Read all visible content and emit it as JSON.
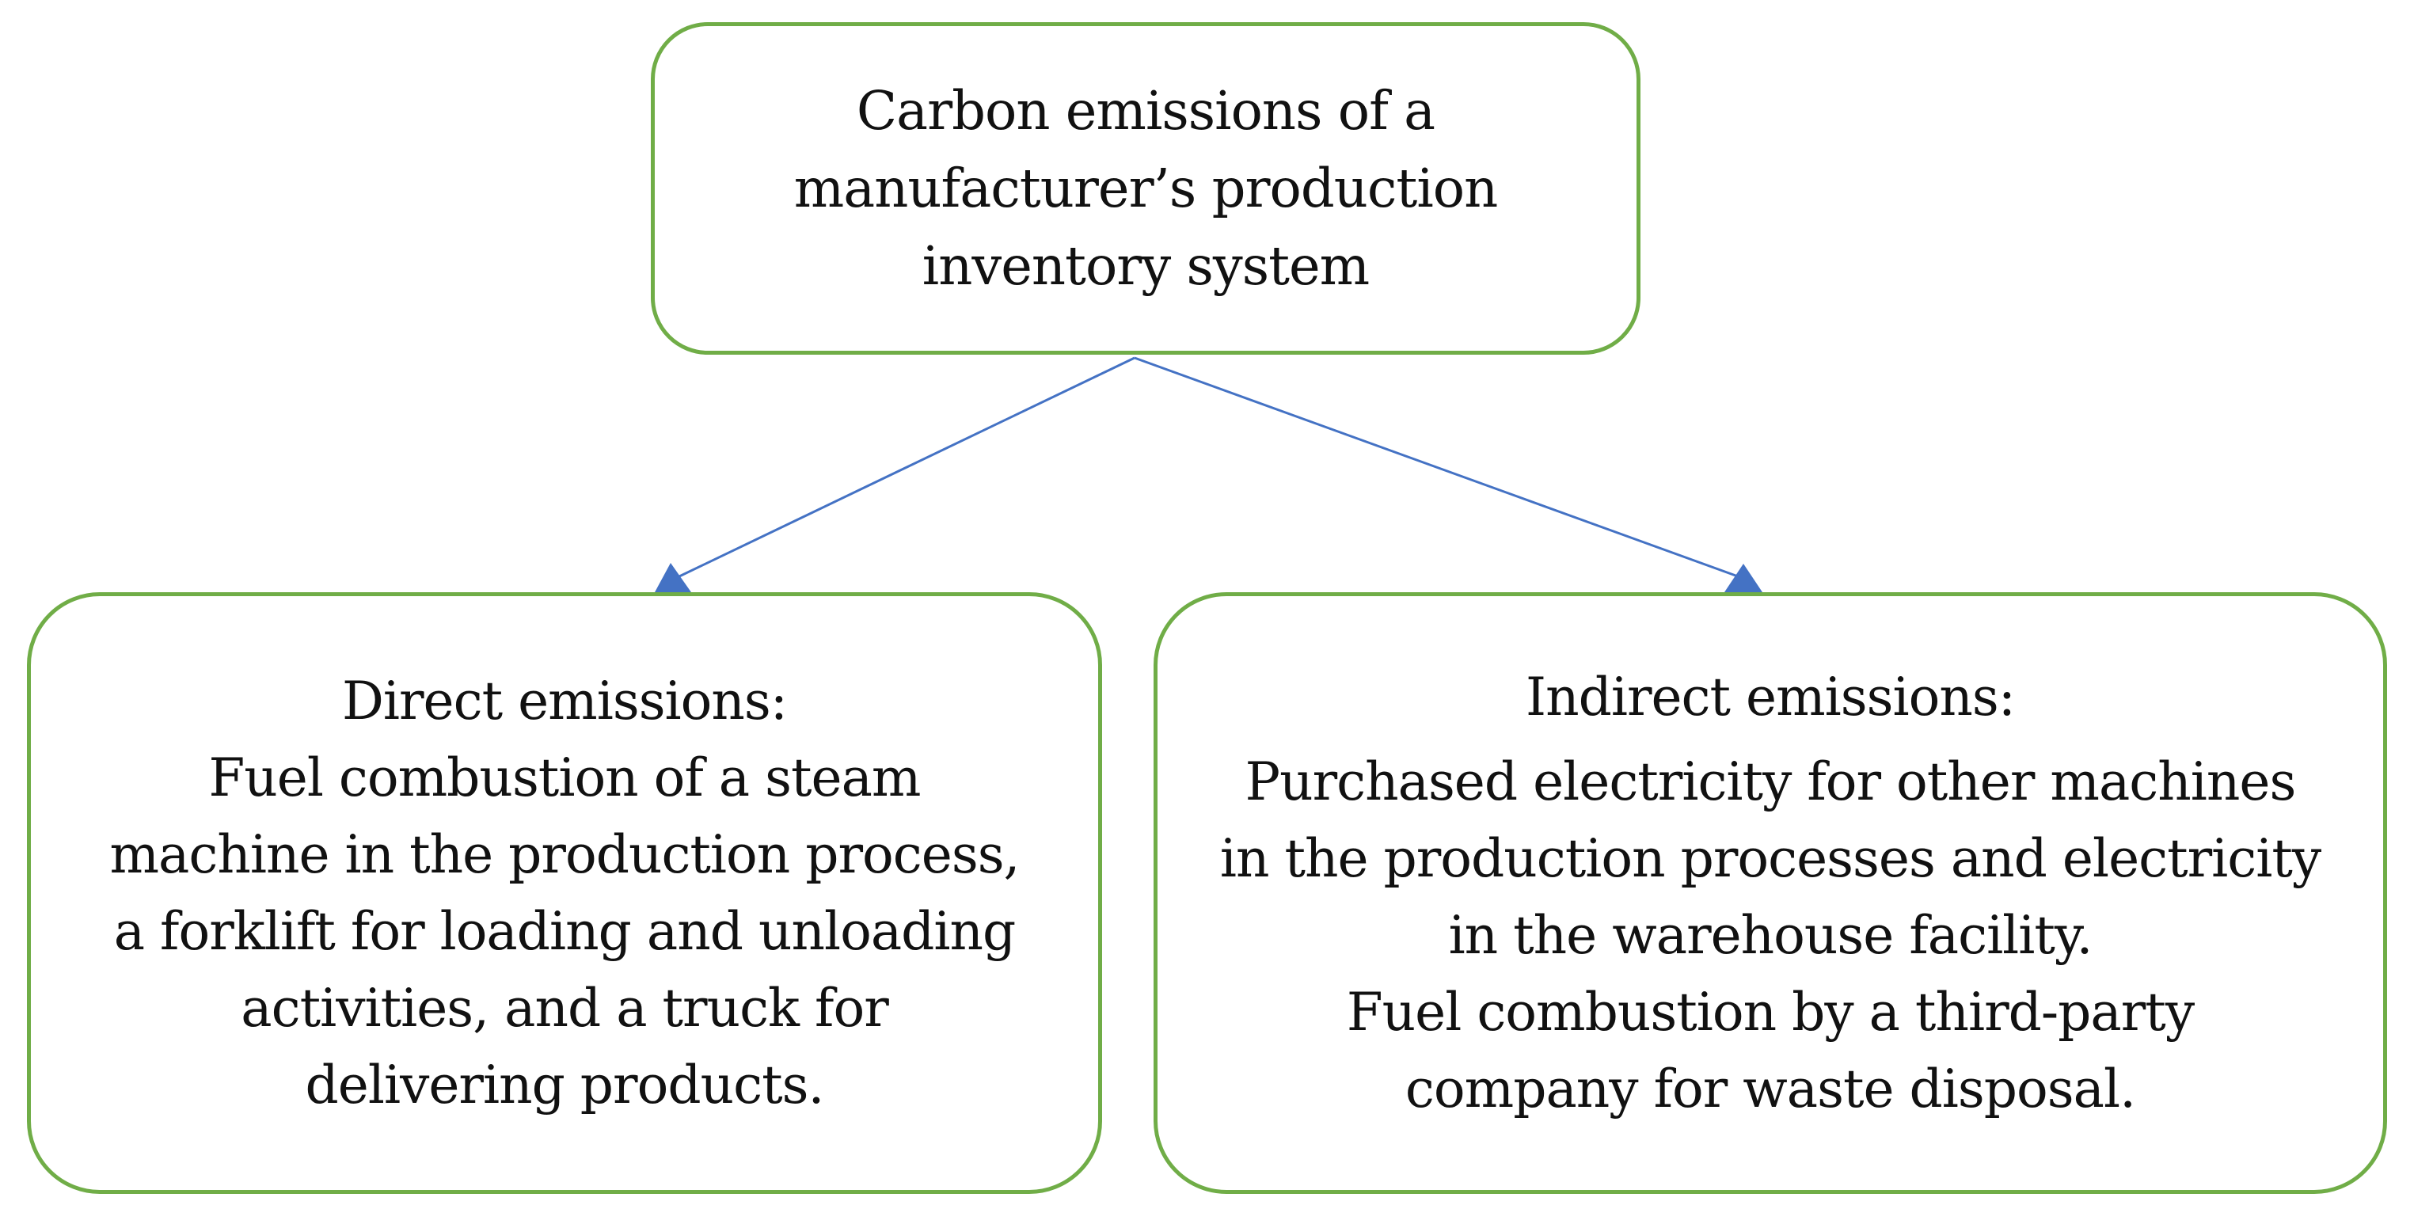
{
  "colors": {
    "box_border": "#70ad47",
    "arrow": "#4472c4",
    "text": "#111111"
  },
  "root": {
    "lines": [
      "Carbon emissions of a",
      "manufacturer’s production",
      "inventory system"
    ]
  },
  "direct": {
    "heading": "Direct emissions:",
    "lines": [
      "Fuel combustion of a steam",
      "machine in the production process,",
      "a forklift for loading and unloading",
      "activities, and a truck for",
      "delivering products."
    ]
  },
  "indirect": {
    "heading": "Indirect emissions:",
    "lines": [
      "Purchased electricity for other machines",
      "in the production processes and electricity",
      "in the warehouse facility.",
      "Fuel combustion by a third-party",
      "company for waste disposal."
    ]
  }
}
